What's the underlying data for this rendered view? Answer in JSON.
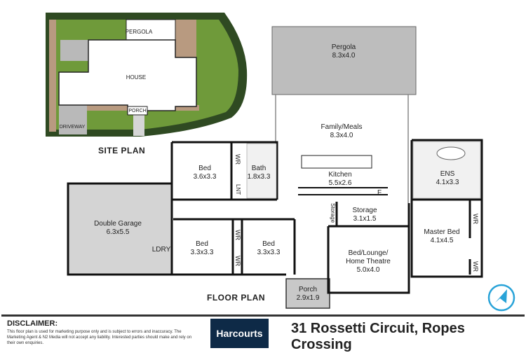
{
  "site_plan": {
    "title": "SITE PLAN",
    "labels": {
      "pergola": "PERGOLA",
      "house": "HOUSE",
      "porch": "PORCH",
      "driveway": "DRIVEWAY"
    }
  },
  "floor_plan": {
    "title": "FLOOR PLAN",
    "rooms": {
      "pergola": {
        "name": "Pergola",
        "size": "8.3x4.0"
      },
      "family": {
        "name": "Family/Meals",
        "size": "8.3x4.0"
      },
      "kitchen": {
        "name": "Kitchen",
        "size": "5.5x2.6"
      },
      "fridge": {
        "name": "F"
      },
      "bed1": {
        "name": "Bed",
        "size": "3.6x3.3"
      },
      "bath": {
        "name": "Bath",
        "size": "1.8x3.3"
      },
      "wr1": {
        "name": "WR"
      },
      "lnt": {
        "name": "LNT"
      },
      "garage": {
        "name": "Double Garage",
        "size": "6.3x5.5"
      },
      "ldry": {
        "name": "LDRY"
      },
      "bed2": {
        "name": "Bed",
        "size": "3.3x3.3"
      },
      "bed3": {
        "name": "Bed",
        "size": "3.3x3.3"
      },
      "wr2": {
        "name": "WR"
      },
      "wr3": {
        "name": "WR"
      },
      "storage_small": {
        "name": "Storage"
      },
      "storage": {
        "name": "Storage",
        "size": "3.1x1.5"
      },
      "ens": {
        "name": "ENS",
        "size": "4.1x3.3"
      },
      "master": {
        "name": "Master Bed",
        "size": "4.1x4.5"
      },
      "wr4": {
        "name": "WR"
      },
      "wr5": {
        "name": "WR"
      },
      "lounge": {
        "name": "Bed/Lounge/",
        "name2": "Home Theatre",
        "size": "5.0x4.0"
      },
      "porch": {
        "name": "Porch",
        "size": "2.9x1.9"
      }
    },
    "compass_icon": "north-arrow-icon",
    "accent": "#29a3d8"
  },
  "footer": {
    "disclaimer_heading": "DISCLAIMER:",
    "disclaimer_text": "This floor plan is used for marketing purpose only and is subject to errors and inaccuracy. The Marketing Agent & N2 Media will not accept any liability. Interested parties should make and rely on their own enquiries.",
    "logo": "Harcourts",
    "logo_color": "#0e2a47",
    "address": "31 Rossetti Circuit, Ropes Crossing"
  }
}
